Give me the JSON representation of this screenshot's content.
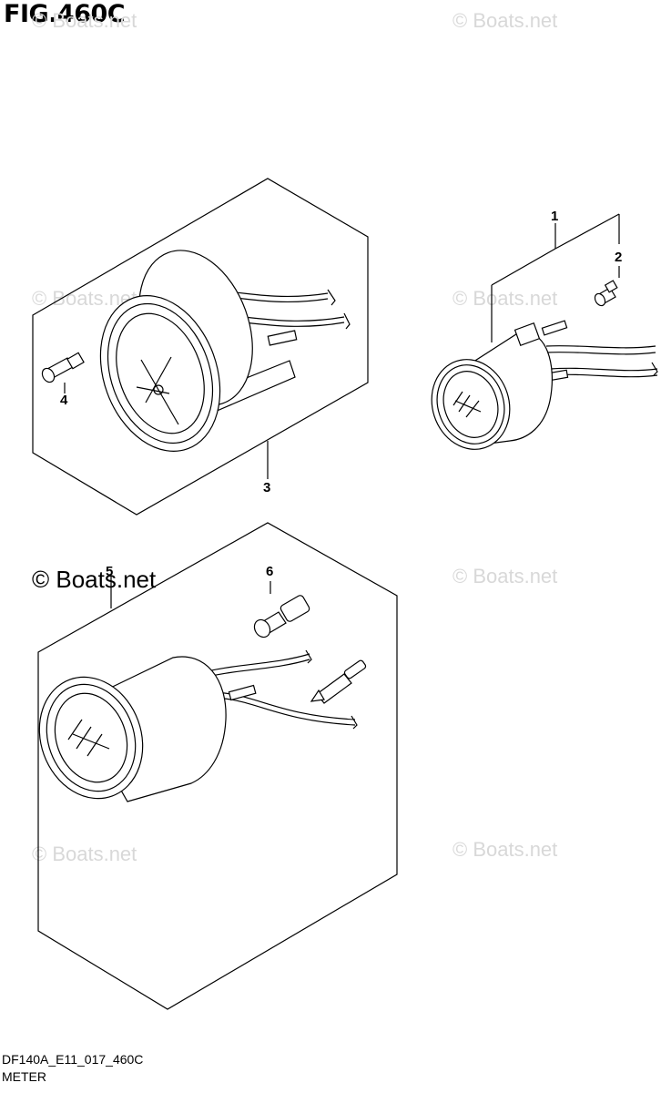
{
  "figure": {
    "title": "FIG.460C",
    "code": "DF140A_E11_017_460C",
    "caption": "METER"
  },
  "watermarks": [
    {
      "text": "© Boats.net"
    },
    {
      "text": "© Boats.net"
    },
    {
      "text": "© Boats.net"
    },
    {
      "text": "© Boats.net"
    },
    {
      "text": "© Boats.net"
    },
    {
      "text": "© Boats.net"
    },
    {
      "text": "© Boats.net"
    },
    {
      "text": "© Boats.net"
    }
  ],
  "callouts": {
    "c1": "1",
    "c2": "2",
    "c3": "3",
    "c4": "4",
    "c5": "5",
    "c6": "6"
  }
}
